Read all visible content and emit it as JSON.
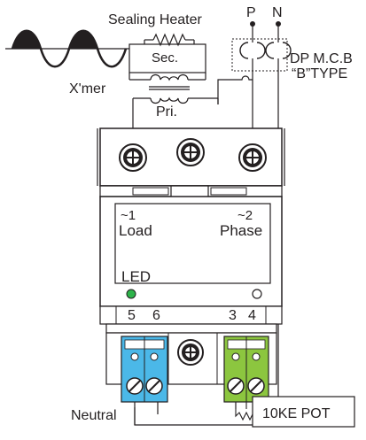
{
  "labels": {
    "sealing_heater": "Sealing Heater",
    "sec": "Sec.",
    "xmer": "X'mer",
    "pri": "Pri.",
    "p": "P",
    "n": "N",
    "mcb_line1": "DP M.C.B",
    "mcb_line2": "“B”TYPE",
    "load_tilde": "~1",
    "load": "Load",
    "phase_tilde": "~2",
    "phase": "Phase",
    "led": "LED",
    "t5": "5",
    "t6": "6",
    "t3": "3",
    "t4": "4",
    "neutral": "Neutral",
    "pot": "10KE POT"
  },
  "colors": {
    "ink": "#231f20",
    "led": "#2db34a",
    "blue_connector": "#4bb8e8",
    "green_connector": "#8cc63f",
    "grey": "#d9d9d9"
  }
}
